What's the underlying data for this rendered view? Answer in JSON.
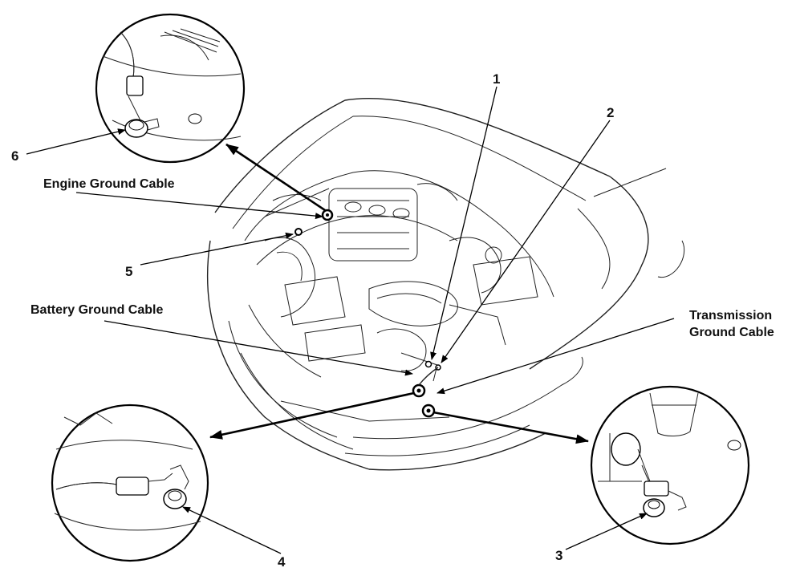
{
  "callouts": {
    "c1": "1",
    "c2": "2",
    "c3": "3",
    "c4": "4",
    "c5": "5",
    "c6": "6"
  },
  "labels": {
    "engine_ground": "Engine Ground Cable",
    "battery_ground": "Battery Ground Cable",
    "transmission_ground_line1": "Transmission",
    "transmission_ground_line2": "Ground Cable"
  },
  "colors": {
    "line": "#222222",
    "background": "#ffffff"
  }
}
